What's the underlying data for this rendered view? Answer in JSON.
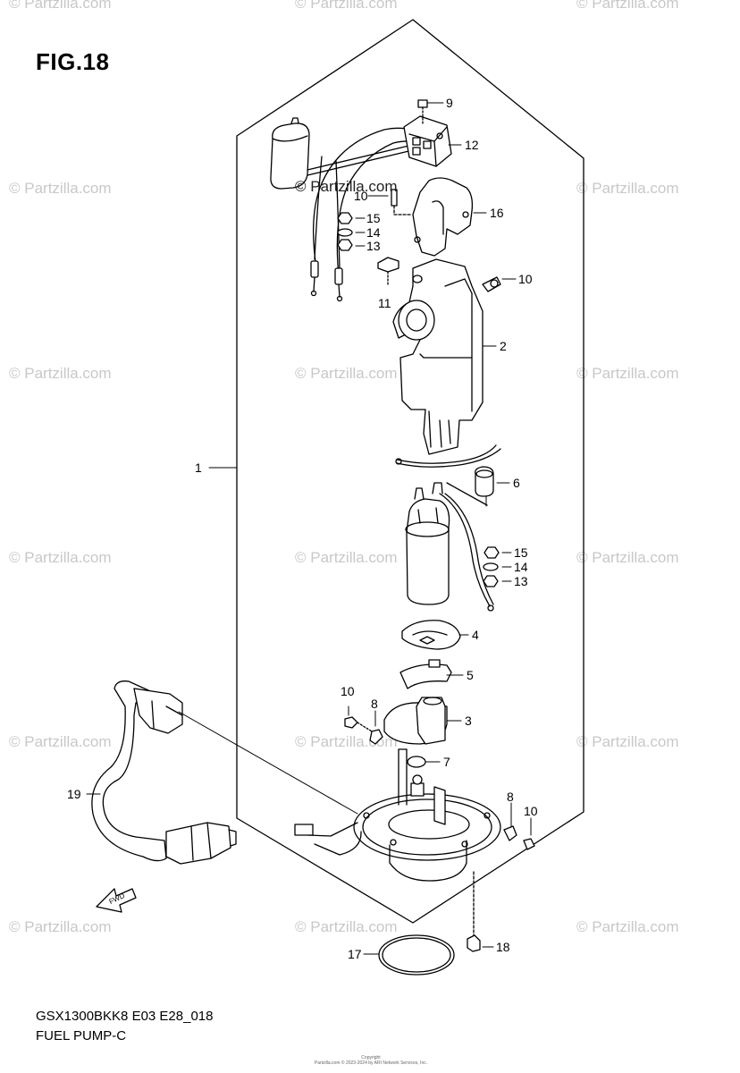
{
  "figure": {
    "title": "FIG.18",
    "model_code": "GSX1300BKK8 E03 E28_018",
    "caption": "FUEL PUMP-C"
  },
  "watermark": {
    "text": "© Partzilla.com",
    "center_text": "© Partzilla.com"
  },
  "copyright": {
    "line1": "Copyright",
    "line2": "Partzilla.com © 2023-2024 by ARI Network Services, Inc."
  },
  "fwd_label": "FWD",
  "callouts": {
    "c1": "1",
    "c2": "2",
    "c3": "3",
    "c4": "4",
    "c5": "5",
    "c6": "6",
    "c7": "7",
    "c8a": "8",
    "c8b": "8",
    "c9": "9",
    "c10a": "10",
    "c10b": "10",
    "c10c": "10",
    "c10d": "10",
    "c11": "11",
    "c12": "12",
    "c13a": "13",
    "c13b": "13",
    "c14a": "14",
    "c14b": "14",
    "c15a": "15",
    "c15b": "15",
    "c16": "16",
    "c17": "17",
    "c18": "18",
    "c19": "19"
  },
  "colors": {
    "line": "#000000",
    "watermark": "#c8c8c8"
  }
}
